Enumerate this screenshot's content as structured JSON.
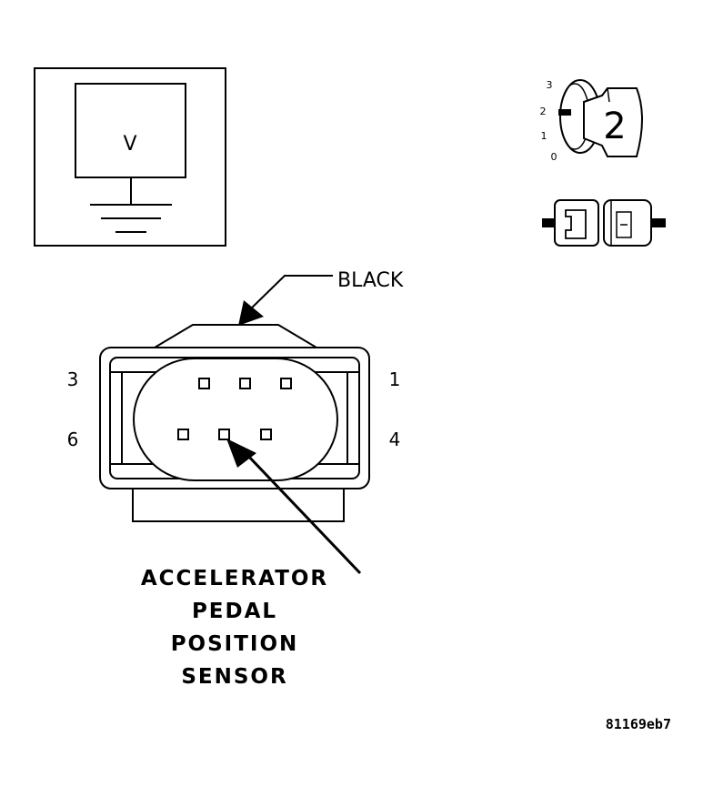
{
  "meter": {
    "symbol": "V"
  },
  "key_icon": {
    "positions": [
      "3",
      "2",
      "1",
      "0"
    ],
    "value": "2"
  },
  "connector": {
    "color_label": "BLACK",
    "pin_labels": {
      "top_left": "3",
      "top_right": "1",
      "bottom_left": "6",
      "bottom_right": "4"
    }
  },
  "component": {
    "lines": [
      "ACCELERATOR",
      "PEDAL",
      "POSITION",
      "SENSOR"
    ]
  },
  "figure_id": "81169eb7",
  "colors": {
    "ink": "#000000",
    "paper": "#ffffff"
  }
}
